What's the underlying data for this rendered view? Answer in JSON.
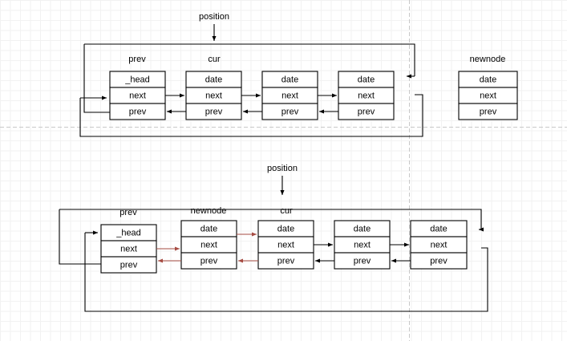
{
  "page": {
    "title": "Doubly linked list insertion diagram",
    "background_color": "#ffffff",
    "grid_minor_color": "#f2f2f2",
    "grid_major_color": "#e0e0e0",
    "line_color": "#000000",
    "highlight_color": "#a64b42"
  },
  "labels": {
    "position": "position",
    "prev": "prev",
    "cur": "cur",
    "newnode": "newnode"
  },
  "fields": {
    "head": "_head",
    "date": "date",
    "next": "next",
    "prev": "prev"
  },
  "diagram_top": {
    "caption_position": "position",
    "nodes": [
      {
        "label": "prev",
        "cells": [
          "_head",
          "next",
          "prev"
        ]
      },
      {
        "label": "cur",
        "cells": [
          "date",
          "next",
          "prev"
        ]
      },
      {
        "label": "",
        "cells": [
          "date",
          "next",
          "prev"
        ]
      },
      {
        "label": "",
        "cells": [
          "date",
          "next",
          "prev"
        ]
      }
    ],
    "detached_node": {
      "label": "newnode",
      "cells": [
        "date",
        "next",
        "prev"
      ]
    }
  },
  "diagram_bottom": {
    "caption_position": "position",
    "nodes": [
      {
        "label": "prev",
        "cells": [
          "_head",
          "next",
          "prev"
        ]
      },
      {
        "label": "newnode",
        "cells": [
          "date",
          "next",
          "prev"
        ]
      },
      {
        "label": "cur",
        "cells": [
          "date",
          "next",
          "prev"
        ]
      },
      {
        "label": "",
        "cells": [
          "date",
          "next",
          "prev"
        ]
      },
      {
        "label": "",
        "cells": [
          "date",
          "next",
          "prev"
        ]
      }
    ]
  }
}
